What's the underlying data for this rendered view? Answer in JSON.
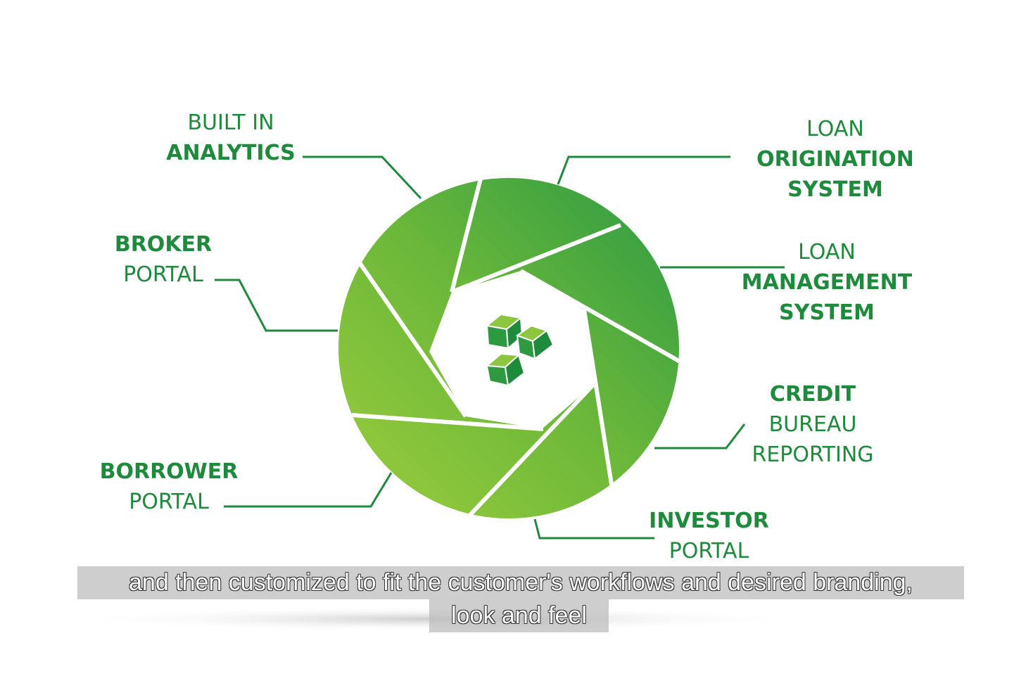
{
  "labels": {
    "analytics": {
      "line1": "BUILT IN",
      "line2": "ANALYTICS"
    },
    "los": {
      "line1": "LOAN",
      "line2": "ORIGINATION",
      "line3": "SYSTEM"
    },
    "lms": {
      "line1": "LOAN",
      "line2": "MANAGEMENT",
      "line3": "SYSTEM"
    },
    "broker": {
      "line1": "BROKER",
      "line2": "PORTAL"
    },
    "credit": {
      "line1": "CREDIT",
      "line2": "BUREAU",
      "line3": "REPORTING"
    },
    "borrower": {
      "line1": "BORROWER",
      "line2": "PORTAL"
    },
    "investor": {
      "line1": "INVESTOR",
      "line2": "PORTAL"
    }
  },
  "subtitle": {
    "line1": "and then customized to fit the customer's workflows and desired branding,",
    "line2": "look and feel"
  },
  "colors": {
    "dark_green": "#1e8a3c",
    "light_green": "#8cc63f",
    "mid_green": "#2e9a40"
  }
}
